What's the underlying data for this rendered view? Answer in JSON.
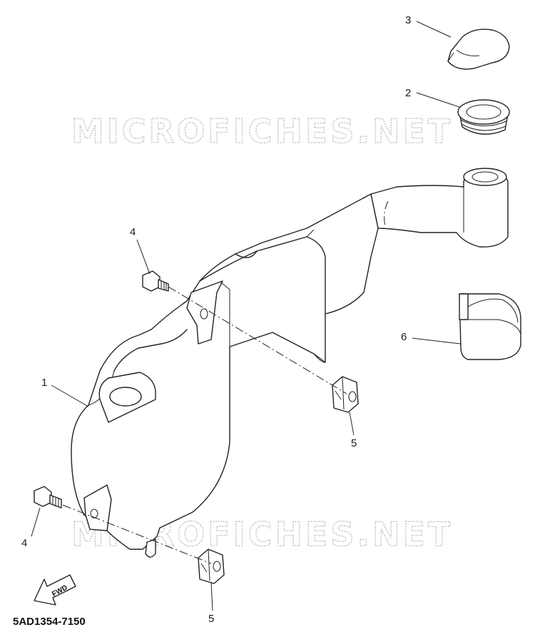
{
  "watermark": {
    "text_top": "MICROFICHES.NET",
    "text_bottom": "MICROFICHES.NET"
  },
  "callouts": {
    "c1": "1",
    "c2": "2",
    "c3": "3",
    "c4a": "4",
    "c4b": "4",
    "c5a": "5",
    "c5b": "5",
    "c6": "6"
  },
  "fwd_label": "FWD",
  "part_number": "5AD1354-7150"
}
